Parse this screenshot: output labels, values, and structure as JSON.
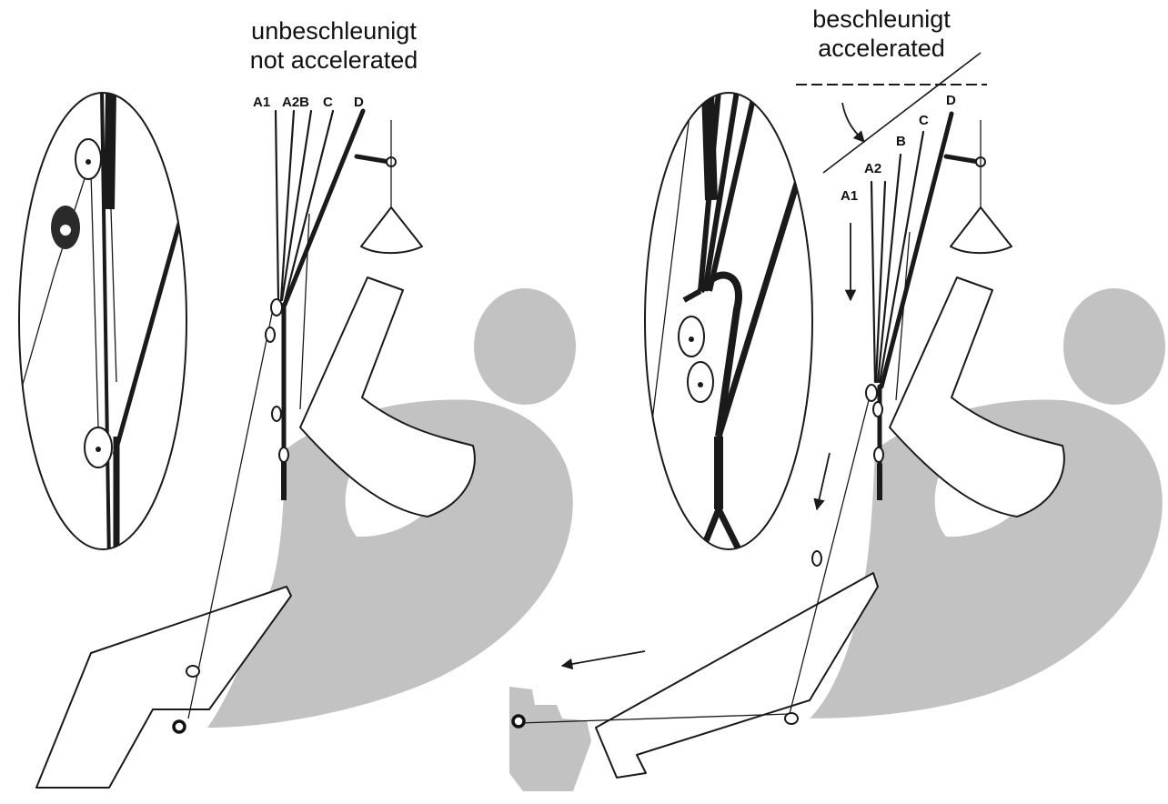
{
  "titles": {
    "left_line1": "unbeschleunigt",
    "left_line2": "not accelerated",
    "right_line1": "beschleunigt",
    "right_line2": "accelerated"
  },
  "risers_left": [
    "A1",
    "A2B",
    "C",
    "D"
  ],
  "risers_right": [
    "A1",
    "A2",
    "B",
    "C",
    "D"
  ],
  "colors": {
    "line": "#1a1a1a",
    "body_shade": "#c2c2c2",
    "background": "#ffffff"
  }
}
